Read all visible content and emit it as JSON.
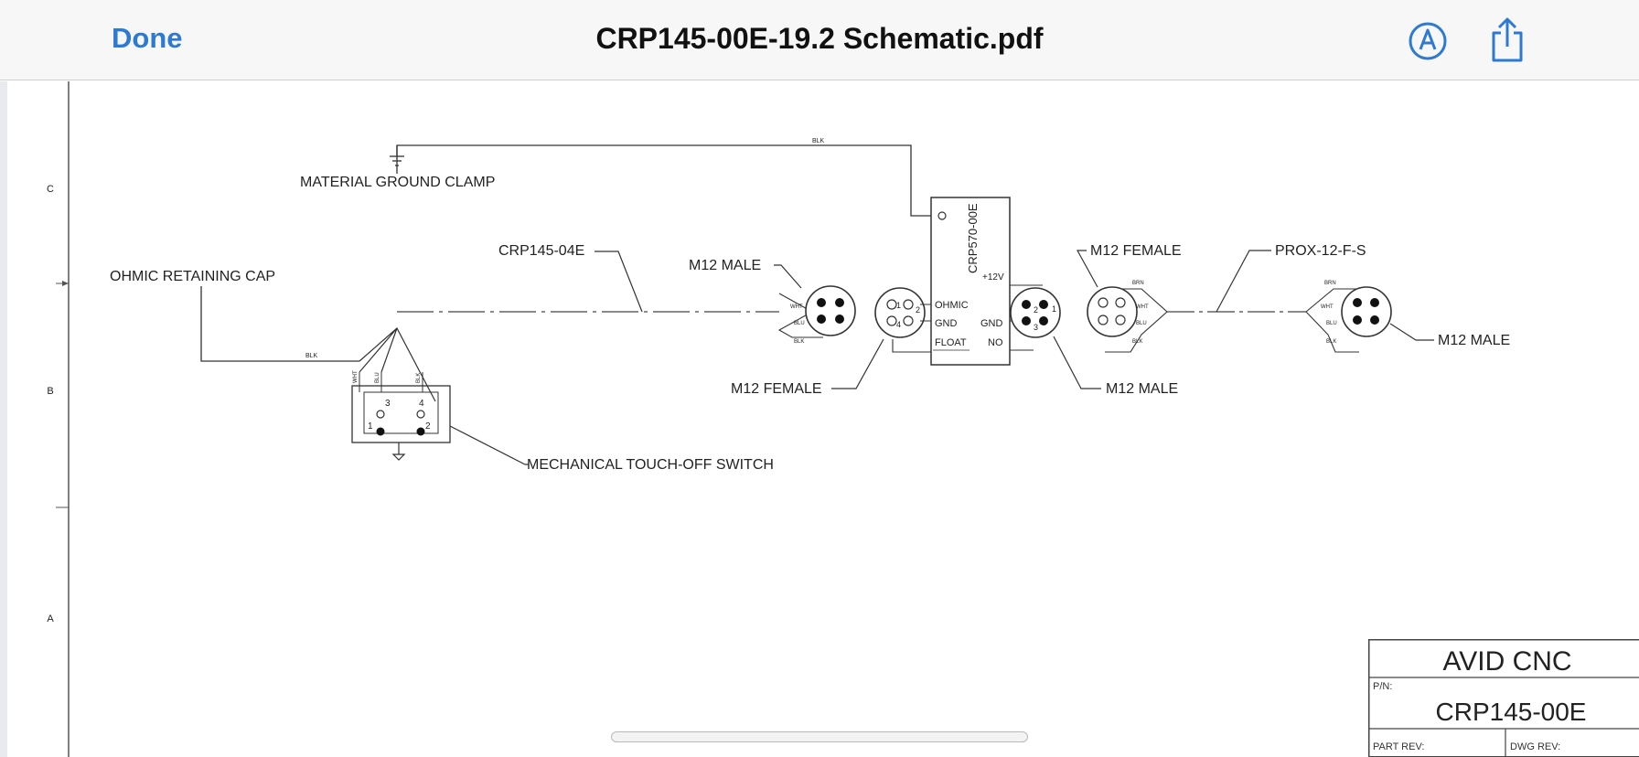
{
  "toolbar": {
    "done_label": "Done",
    "title": "CRP145-00E-19.2 Schematic.pdf",
    "markup_icon": "markup-pen-icon",
    "share_icon": "share-icon",
    "accent_color": "#2f7ad1"
  },
  "schematic": {
    "zone_labels": [
      "C",
      "B",
      "A"
    ],
    "labels": {
      "material_ground_clamp": "MATERIAL GROUND CLAMP",
      "ohmic_retaining_cap": "OHMIC RETAINING CAP",
      "crp145_04e": "CRP145-04E",
      "m12_male_top": "M12 MALE",
      "m12_female_bottom": "M12 FEMALE",
      "m12_female_top": "M12 FEMALE",
      "m12_male_bottom": "M12 MALE",
      "prox": "PROX-12-F-S",
      "m12_male_right": "M12 MALE",
      "mechanical_switch": "MECHANICAL TOUCH-OFF SWITCH",
      "module": "CRP570-00E"
    },
    "module_pins": {
      "ohmic": "OHMIC",
      "gnd_left": "GND",
      "float": "FLOAT",
      "plus12": "+12V",
      "gnd_right": "GND",
      "no": "NO"
    },
    "wires": {
      "blk_top": "BLK",
      "blk_cap": "BLK",
      "wht": "WHT",
      "blu": "BLU",
      "blk": "BLK",
      "brn": "BRN"
    },
    "switch_pins": [
      "1",
      "2",
      "3",
      "4"
    ],
    "connector_pins": [
      "1",
      "2",
      "3",
      "4"
    ]
  },
  "title_block": {
    "company": "AVID CNC",
    "pn_label": "P/N:",
    "pn_value": "CRP145-00E",
    "part_rev_label": "PART REV:",
    "dwg_rev_label": "DWG REV:"
  }
}
